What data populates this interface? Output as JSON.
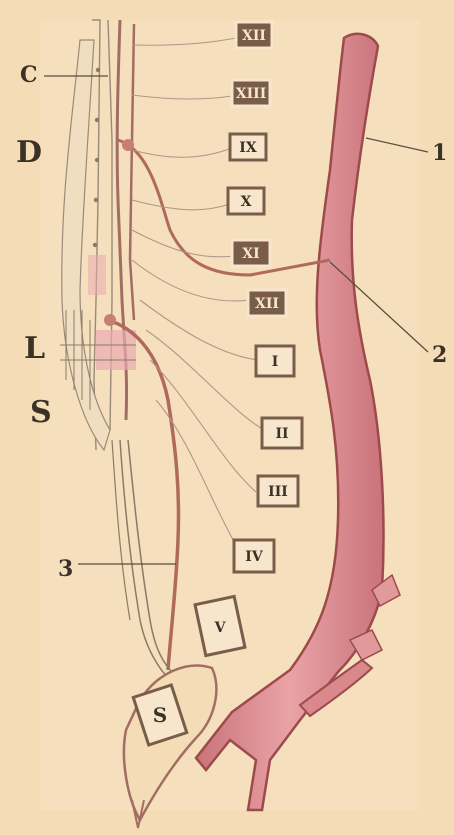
{
  "labels": {
    "one": "1",
    "two": "2",
    "three": "3",
    "c": "C",
    "d": "D",
    "l": "L",
    "s": "S"
  },
  "vertebrae": [
    "XII",
    "XIII",
    "IX",
    "X",
    "XI",
    "XII",
    "I",
    "II",
    "III",
    "IV",
    "V",
    "S"
  ],
  "colors": {
    "background": "#f4dcb6",
    "aorta": "#d9888b",
    "aorta_outline": "#9c4a4a",
    "nerve": "#b06a5c",
    "vertebra_fill": "#7a5c4a",
    "vertebra_frame": "#f7e6cb",
    "ink": "#3a3226",
    "spine_pink": "#e9aab0"
  }
}
